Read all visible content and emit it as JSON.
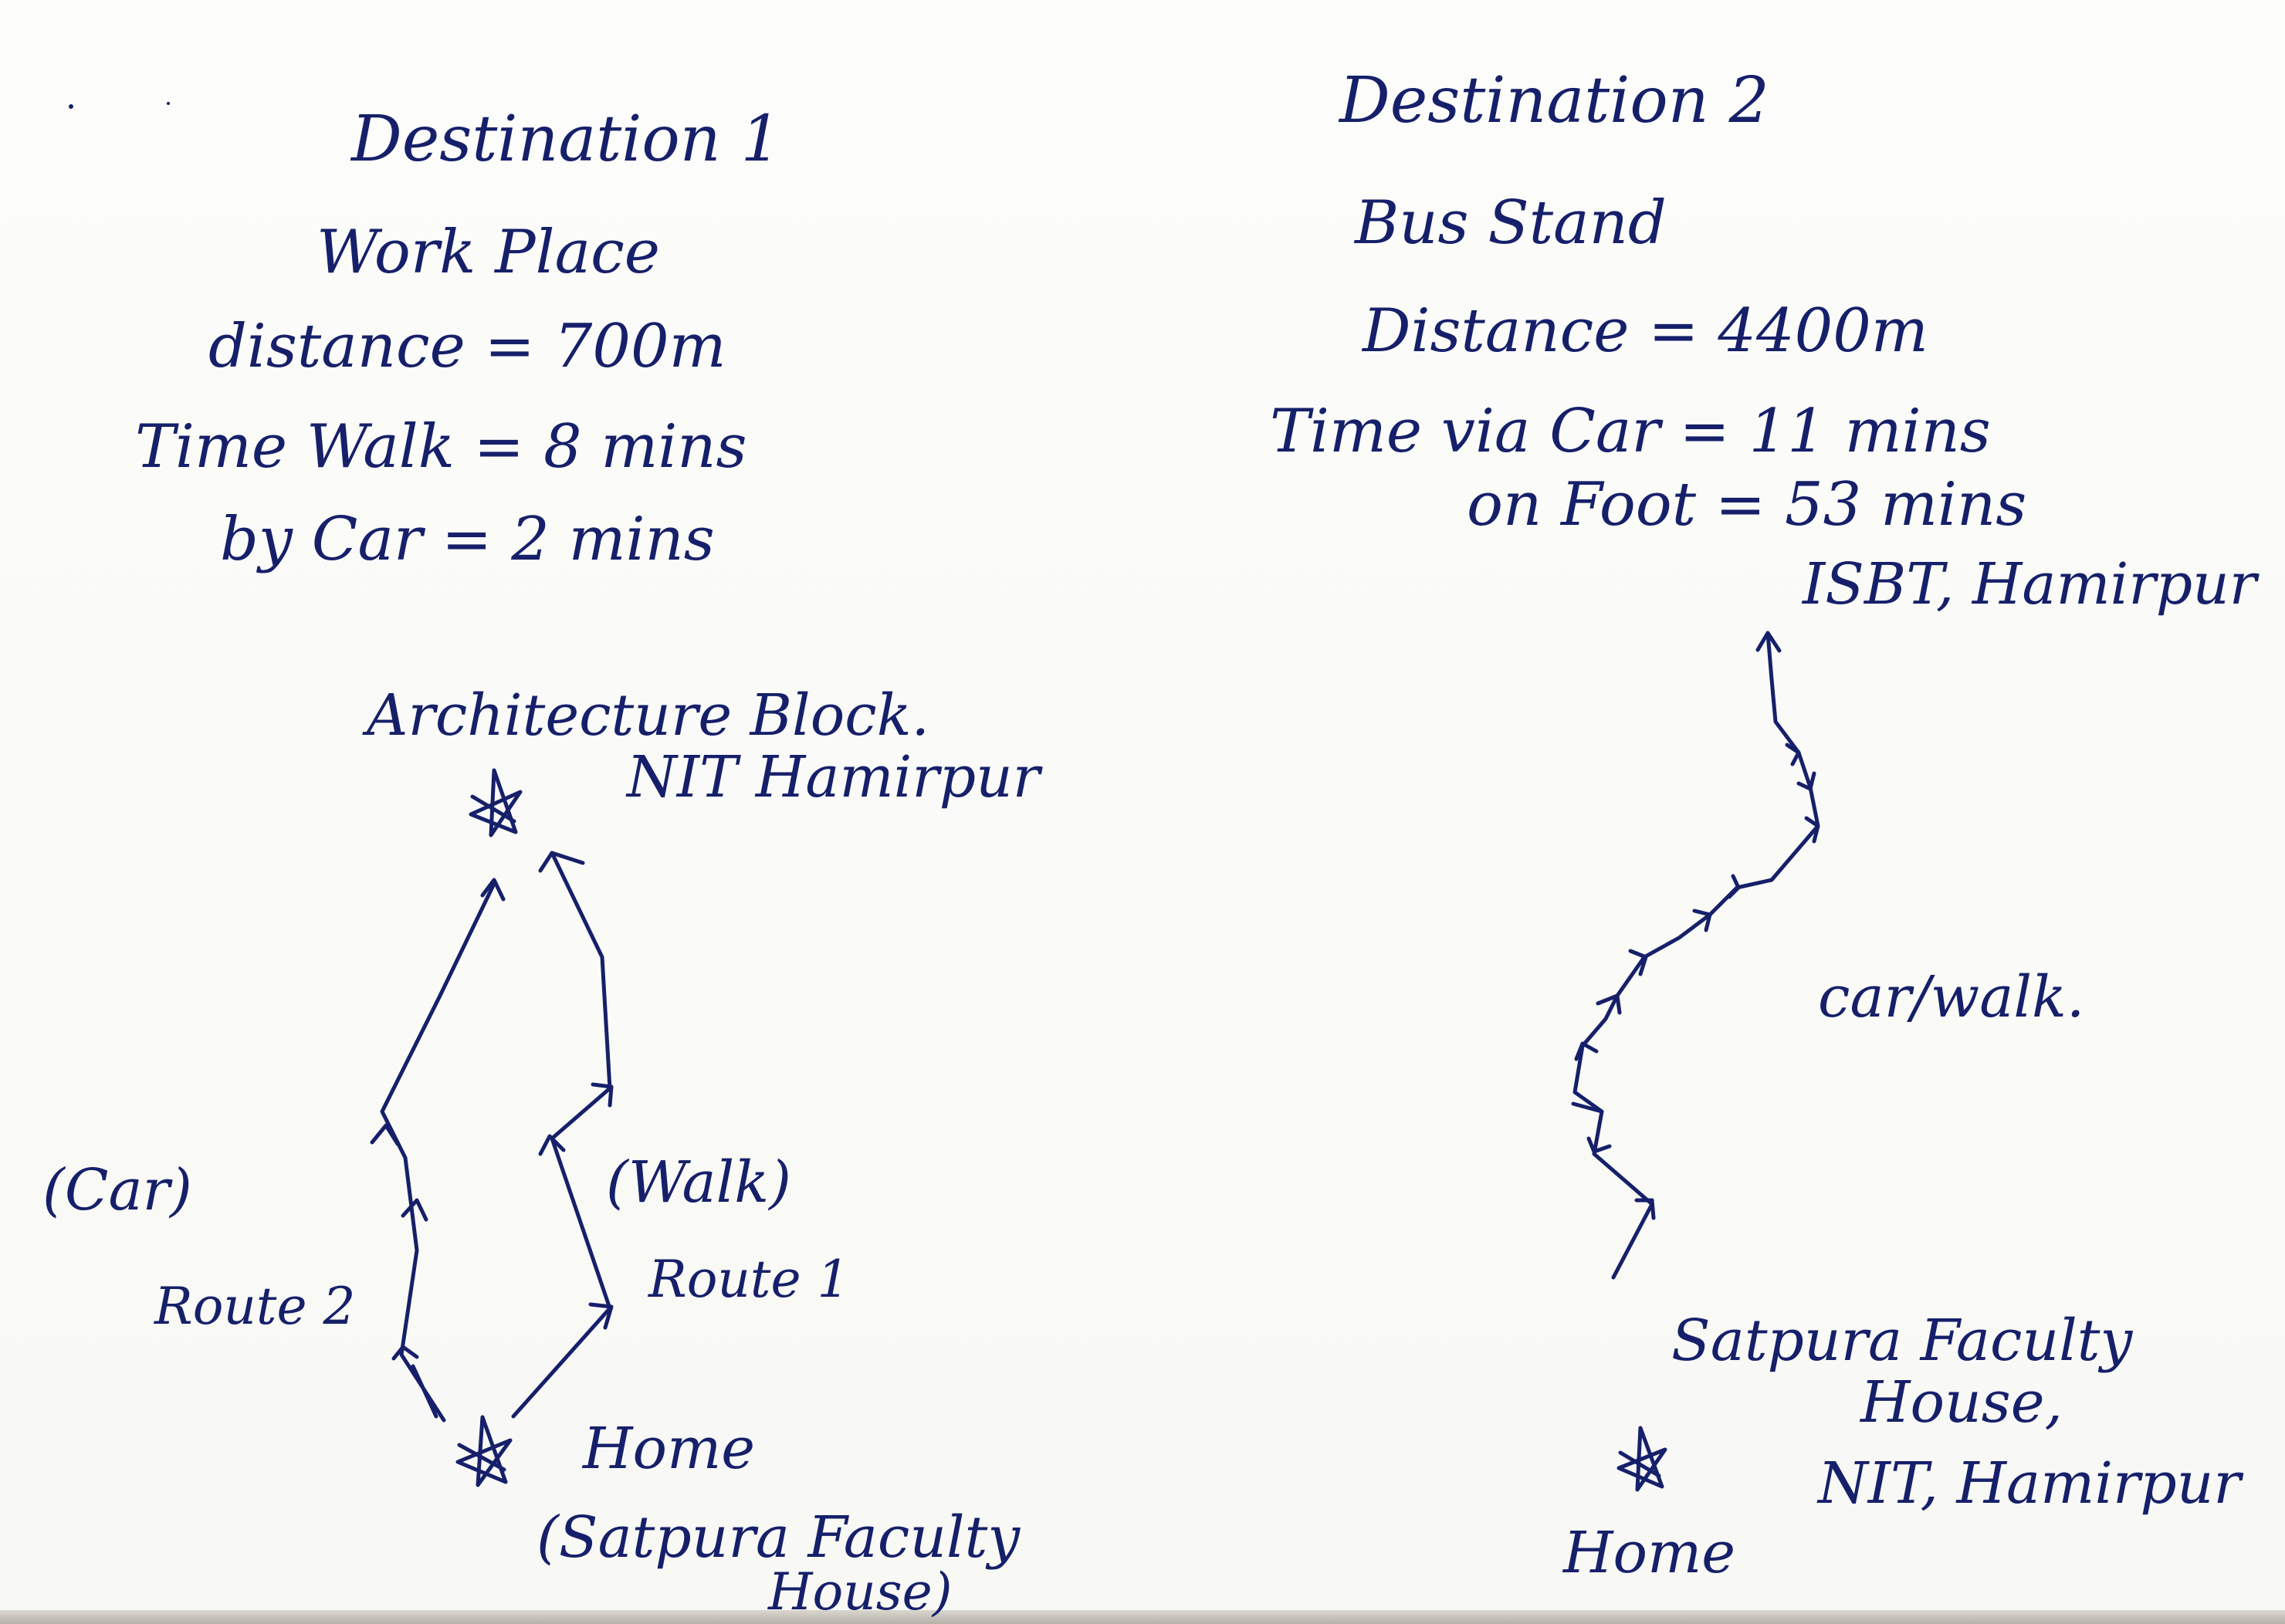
{
  "left": {
    "heading": "Destination 1",
    "place": "Work Place",
    "distance": "distance = 700m",
    "time_walk": "Time Walk = 8 mins",
    "by_car": "by Car = 2 mins",
    "destination_label_1": "Architecture Block.",
    "destination_label_2": "NIT Hamirpur",
    "car_label": "(Car)",
    "route2_label": "Route 2",
    "walk_label": "(Walk)",
    "route1_label": "Route 1",
    "home_label": "Home",
    "home_detail_1": "(Satpura Faculty",
    "home_detail_2": "House)"
  },
  "right": {
    "heading": "Destination 2",
    "place": "Bus Stand",
    "distance": "Distance = 4400m",
    "time_car": "Time via Car = 11 mins",
    "on_foot": "on Foot = 53 mins",
    "destination_label": "ISBT, Hamirpur",
    "mode_label": "car/walk.",
    "home_detail_1": "Satpura Faculty",
    "home_detail_2": "House,",
    "home_detail_3": "NIT, Hamirpur",
    "home_label": "Home"
  },
  "icons": [
    "star-icon",
    "arrow-icon"
  ],
  "colors": {
    "ink": "#16206a",
    "paper": "#fbfbf9"
  }
}
